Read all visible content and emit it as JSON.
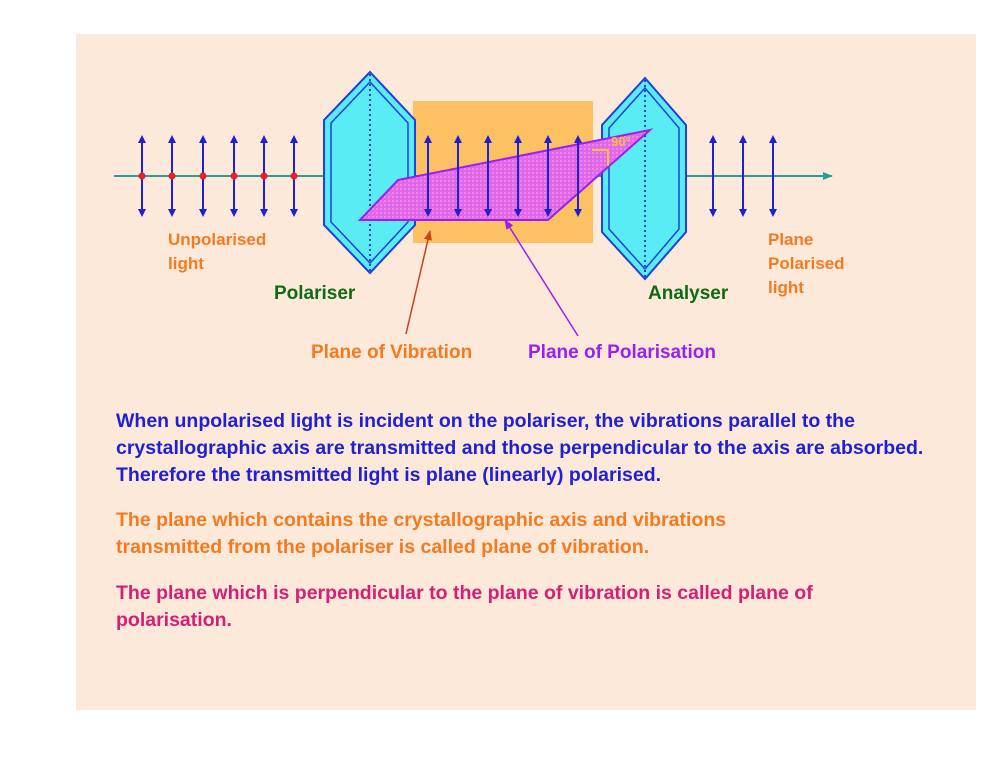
{
  "labels": {
    "unpolarised": "Unpolarised light",
    "polariser": "Polariser",
    "analyser": "Analyser",
    "plane_polarised": "Plane Polarised light",
    "plane_of_vibration": "Plane of Vibration",
    "plane_of_polarisation": "Plane of Polarisation",
    "angle": "90°"
  },
  "paragraphs": {
    "p1": "When unpolarised light is incident on the polariser, the vibrations parallel to the crystallographic axis are transmitted and those perpendicular to the axis are absorbed.  Therefore the transmitted light is plane (linearly) polarised.",
    "p2": "The plane which contains the crystallographic axis and vibrations transmitted from the polariser is called plane of vibration.",
    "p3": "The plane which is perpendicular to the plane of vibration is called plane of polarisation."
  },
  "colors": {
    "slide_background": "#fde9d9",
    "crystal_fill": "#59ecf5",
    "crystal_stroke": "#2140d6",
    "vibration_plane": "#fcc163",
    "polarisation_plane": "#e267e8",
    "arrows": "#1f1fd6",
    "axis": "#2c9c9c",
    "dots": "#e8202a",
    "orange_text": "#f57a1f",
    "green_text": "#0f6b12",
    "purple_text": "#9b1ff0",
    "blue_text": "#1f1fd6",
    "magenta_text": "#d41f74"
  }
}
